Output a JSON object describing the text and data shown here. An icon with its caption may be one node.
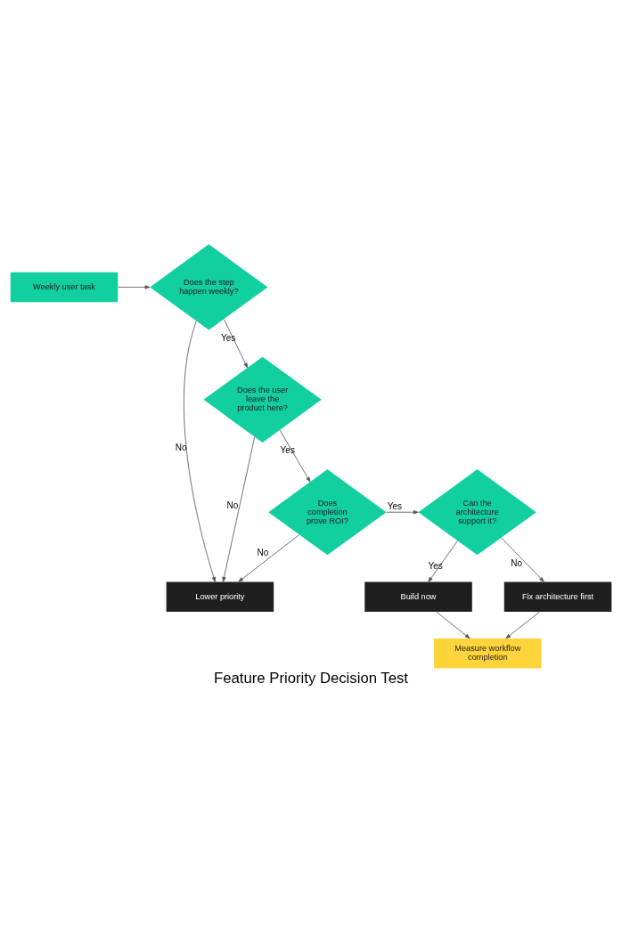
{
  "diagram": {
    "title": "Feature Priority Decision Test",
    "nodes": [
      {
        "text": [
          "Weekly user task"
        ]
      },
      {
        "text": [
          "Does the step happen weekly?"
        ]
      },
      {
        "text": [
          "Does the user leave the product here?"
        ]
      },
      {
        "text": [
          "Does completion prove ROI?"
        ]
      },
      {
        "text": [
          "Can the architecture support it?"
        ]
      },
      {
        "text": [
          "Lower priority"
        ]
      },
      {
        "text": [
          "Build now"
        ]
      },
      {
        "text": [
          "Fix architecture first"
        ]
      },
      {
        "text": [
          "Measure workflow completion"
        ]
      }
    ],
    "edges": [
      {
        "from": 0,
        "to": 1,
        "arrow": "to"
      },
      {
        "from": 1,
        "to": 5,
        "arrow": "to",
        "label": "No"
      },
      {
        "from": 1,
        "to": 2,
        "arrow": "to",
        "label": "Yes"
      },
      {
        "from": 2,
        "to": 5,
        "arrow": "to",
        "label": "No"
      },
      {
        "from": 2,
        "to": 3,
        "arrow": "to",
        "label": "Yes"
      },
      {
        "from": 3,
        "to": 4,
        "arrow": "to",
        "label": "Yes"
      },
      {
        "from": 3,
        "to": 5,
        "arrow": "to",
        "label": "No"
      },
      {
        "from": 4,
        "to": 6,
        "arrow": "to",
        "label": "Yes"
      },
      {
        "from": 4,
        "to": 7,
        "arrow": "to",
        "label": "No"
      },
      {
        "from": 6,
        "to": 8,
        "arrow": "to"
      },
      {
        "from": 7,
        "to": 8,
        "arrow": "to"
      }
    ]
  }
}
